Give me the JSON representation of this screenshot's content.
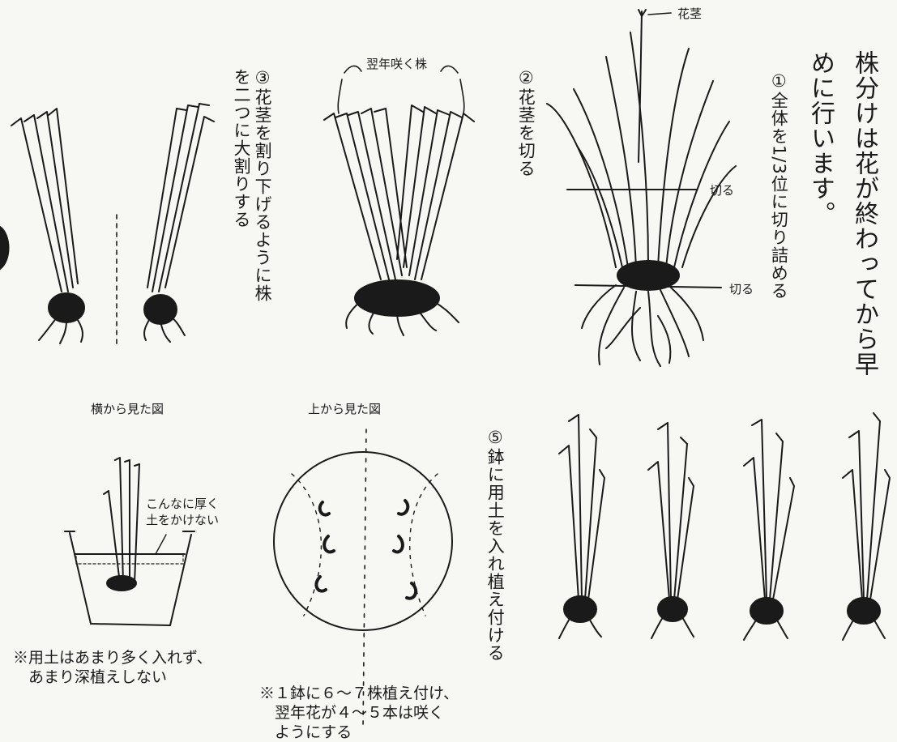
{
  "main_text": "株分けは花が終わってから早めに行います。",
  "steps": {
    "step1": "①全体を1/3位に切り詰める",
    "step2": "②花茎を切る",
    "step3": "③花茎を割り下げるように株を二つに大割りする",
    "step5": "⑤鉢に用土を入れ植え付ける"
  },
  "labels": {
    "flower_stem": "花茎",
    "cut_upper": "切る",
    "cut_lower": "切る",
    "next_year_bloom": "翌年咲く株",
    "side_view": "横から見た図",
    "top_view": "上から見た図",
    "soil_warning": "こんなに厚く\n土をかけない"
  },
  "notes": {
    "note_soil": "※用土はあまり多く入れず、\n　あまり深植えしない",
    "note_pot": "※１鉢に６～７株植え付け、\n　翌年花が４～５本は咲く\n　ようにする"
  }
}
